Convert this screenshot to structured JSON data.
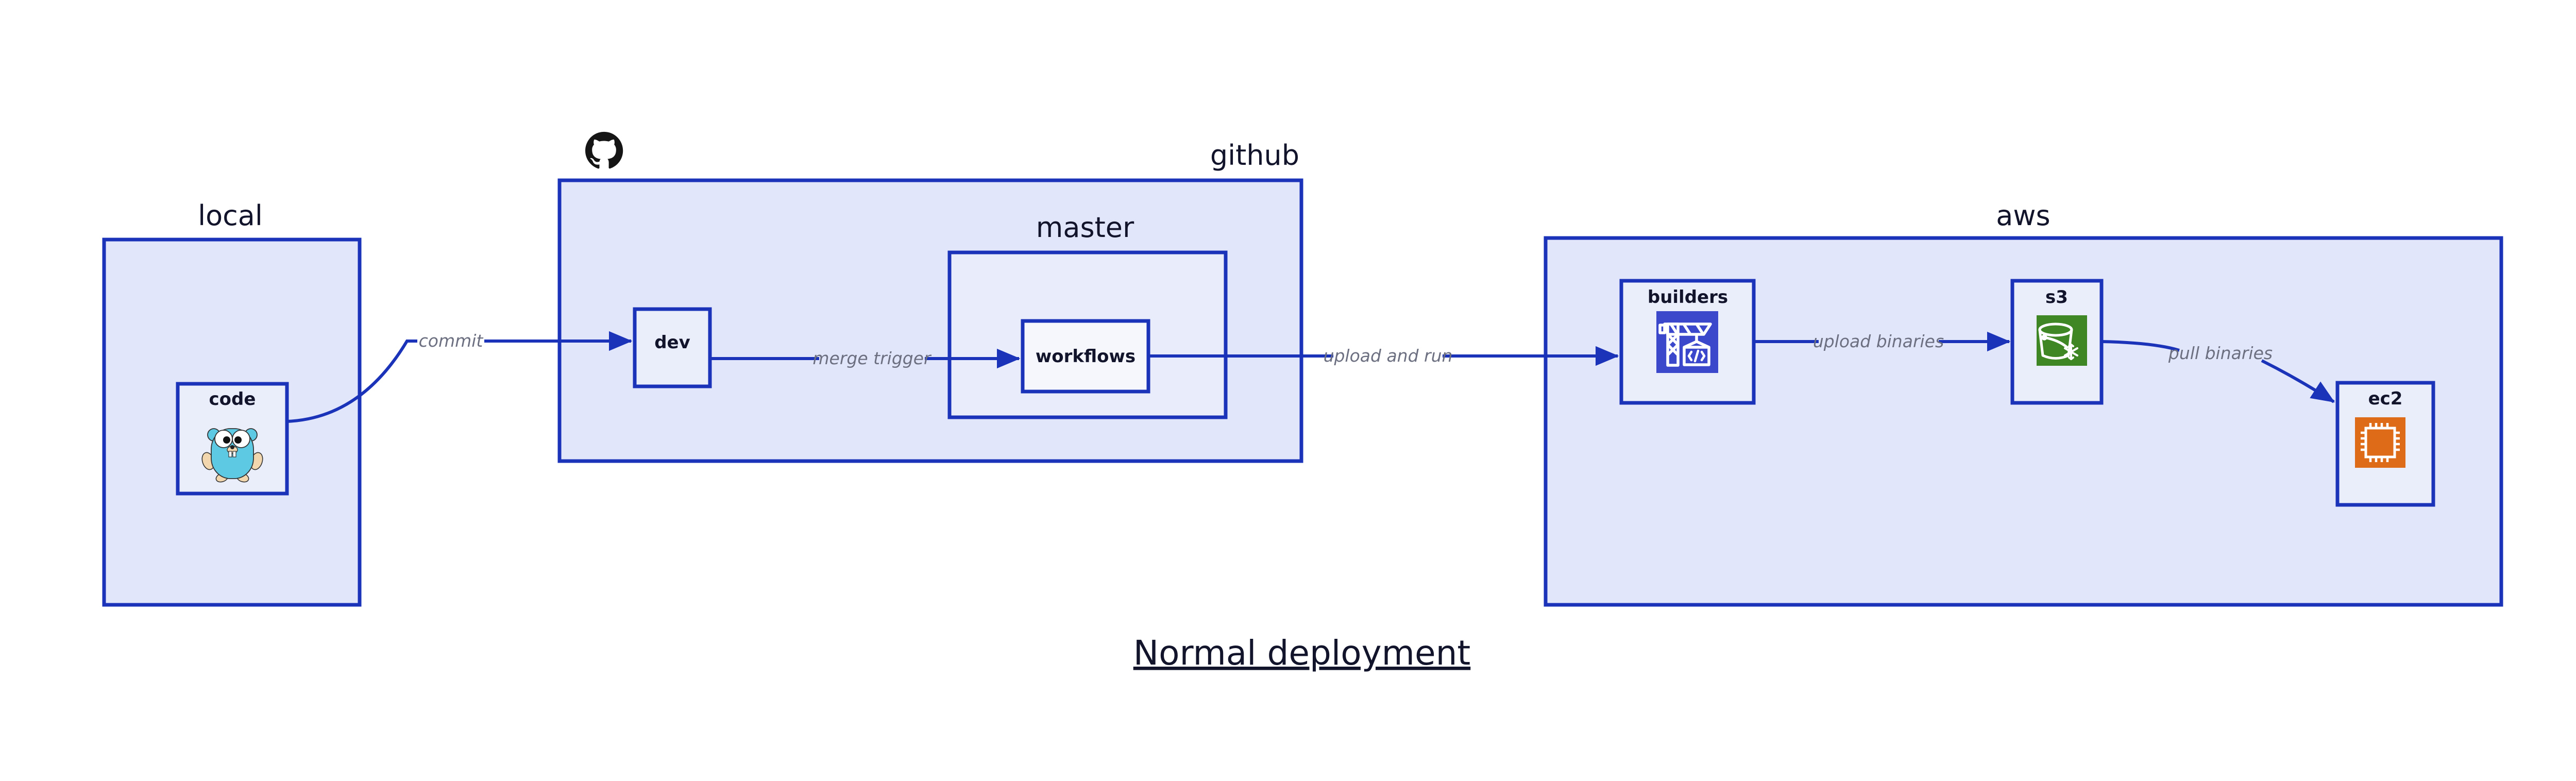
{
  "diagram": {
    "title": "Normal deployment",
    "groups": [
      {
        "id": "local",
        "label": "local",
        "label_align": "center"
      },
      {
        "id": "github",
        "label": "github",
        "label_align": "right"
      },
      {
        "id": "master",
        "label": "master",
        "label_align": "center"
      },
      {
        "id": "aws",
        "label": "aws",
        "label_align": "center"
      }
    ],
    "nodes": [
      {
        "id": "code",
        "label": "code",
        "icon": "go-gopher-icon"
      },
      {
        "id": "dev",
        "label": "dev",
        "icon": "none"
      },
      {
        "id": "workflows",
        "label": "workflows",
        "icon": "none"
      },
      {
        "id": "builders",
        "label": "builders",
        "icon": "aws-codebuild-icon"
      },
      {
        "id": "s3",
        "label": "s3",
        "icon": "aws-s3-glacier-icon"
      },
      {
        "id": "ec2",
        "label": "ec2",
        "icon": "aws-ec2-icon"
      }
    ],
    "edges": [
      {
        "id": "commit",
        "label": "commit",
        "from": "code",
        "to": "dev"
      },
      {
        "id": "merge-trigger",
        "label": "merge trigger",
        "from": "dev",
        "to": "workflows"
      },
      {
        "id": "upload-and-run",
        "label": "upload and run",
        "from": "workflows",
        "to": "builders"
      },
      {
        "id": "upload-binaries",
        "label": "upload binaries",
        "from": "builders",
        "to": "s3"
      },
      {
        "id": "pull-binaries",
        "label": "pull binaries",
        "from": "s3",
        "to": "ec2"
      }
    ],
    "icons": {
      "github_logo": "github-octocat-icon"
    },
    "colors": {
      "container_fill": "#e2e6fa",
      "node_fill": "#eaeefb",
      "border": "#1a33b8",
      "edge_label": "#6b6f80",
      "text": "#11142b",
      "codebuild": "#3b48cc",
      "s3": "#3f8624",
      "ec2": "#dd6b18",
      "gopher": "#5dc9e2"
    }
  }
}
